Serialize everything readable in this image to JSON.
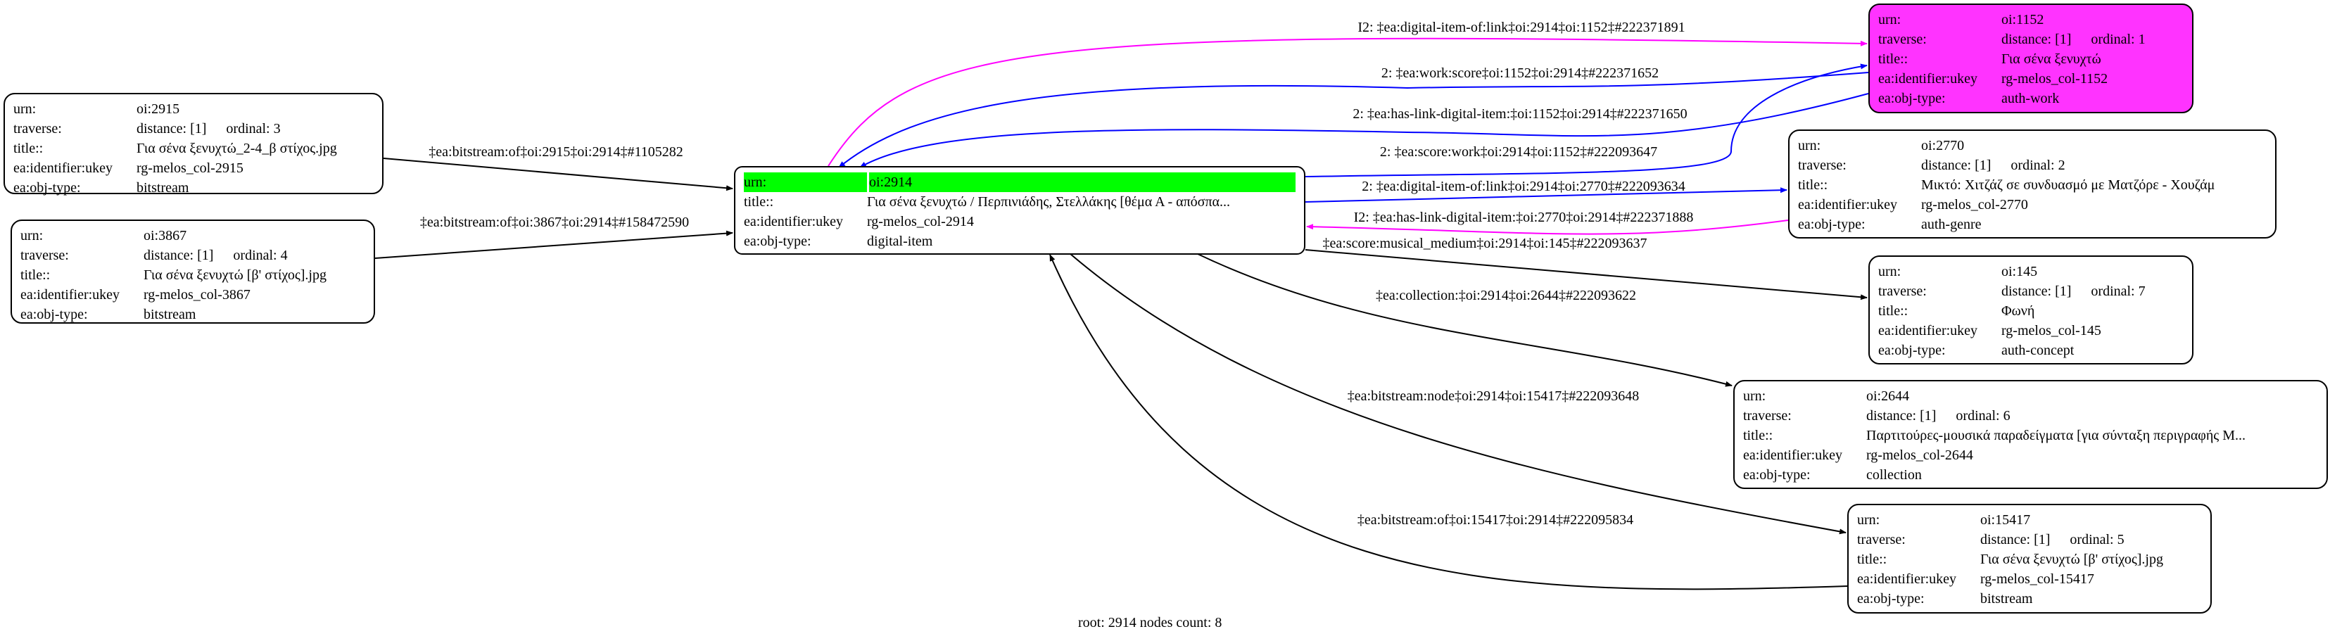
{
  "labels": {
    "urn": "urn:",
    "traverse": "traverse:",
    "title": "title::",
    "ukey": "ea:identifier:ukey",
    "obj_type": "ea:obj-type:"
  },
  "colors": {
    "root_highlight": "#00ff00",
    "work_node": "#ff33ff",
    "blue_edge": "#0000ff",
    "magenta_edge": "#ff00ff",
    "black_edge": "#000000"
  },
  "nodes": [
    {
      "id": "2915",
      "urn": "oi:2915",
      "distance": "distance: [1]",
      "ordinal": "ordinal: 3",
      "title": "Για σένα ξενυχτώ_2-4_β στίχος.jpg",
      "ukey": "rg-melos_col-2915",
      "obj_type": "bitstream"
    },
    {
      "id": "3867",
      "urn": "oi:3867",
      "distance": "distance: [1]",
      "ordinal": "ordinal: 4",
      "title": "Για σένα ξενυχτώ [β' στίχος].jpg",
      "ukey": "rg-melos_col-3867",
      "obj_type": "bitstream"
    },
    {
      "id": "2914",
      "root": true,
      "urn": "oi:2914",
      "title": "Για σένα ξενυχτώ / Περπινιάδης, Στελλάκης [θέμα Α - απόσπα...",
      "ukey": "rg-melos_col-2914",
      "obj_type": "digital-item"
    },
    {
      "id": "1152",
      "urn": "oi:1152",
      "distance": "distance: [1]",
      "ordinal": "ordinal: 1",
      "title": "Για σένα ξενυχτώ",
      "ukey": "rg-melos_col-1152",
      "obj_type": "auth-work"
    },
    {
      "id": "2770",
      "urn": "oi:2770",
      "distance": "distance: [1]",
      "ordinal": "ordinal: 2",
      "title": "Μικτό: Χιτζάζ σε συνδυασμό με Ματζόρε - Χουζάμ",
      "ukey": "rg-melos_col-2770",
      "obj_type": "auth-genre"
    },
    {
      "id": "145",
      "urn": "oi:145",
      "distance": "distance: [1]",
      "ordinal": "ordinal: 7",
      "title": "Φωνή",
      "ukey": "rg-melos_col-145",
      "obj_type": "auth-concept"
    },
    {
      "id": "2644",
      "urn": "oi:2644",
      "distance": "distance: [1]",
      "ordinal": "ordinal: 6",
      "title": "Παρτιτούρες-μουσικά παραδείγματα [για σύνταξη περιγραφής Μ...",
      "ukey": "rg-melos_col-2644",
      "obj_type": "collection"
    },
    {
      "id": "15417",
      "urn": "oi:15417",
      "distance": "distance: [1]",
      "ordinal": "ordinal: 5",
      "title": "Για σένα ξενυχτώ [β' στίχος].jpg",
      "ukey": "rg-melos_col-15417",
      "obj_type": "bitstream"
    }
  ],
  "edges": [
    {
      "from": "2915",
      "to": "2914",
      "color": "black",
      "label": "‡ea:bitstream:of‡oi:2915‡oi:2914‡#1105282"
    },
    {
      "from": "3867",
      "to": "2914",
      "color": "black",
      "label": "‡ea:bitstream:of‡oi:3867‡oi:2914‡#158472590"
    },
    {
      "from": "2914",
      "to": "1152",
      "color": "magenta",
      "label": "I2: ‡ea:digital-item-of:link‡oi:2914‡oi:1152‡#222371891"
    },
    {
      "from": "1152",
      "to": "2914",
      "color": "blue",
      "label": "2: ‡ea:work:score‡oi:1152‡oi:2914‡#222371652"
    },
    {
      "from": "1152",
      "to": "2914",
      "color": "blue",
      "label": "2: ‡ea:has-link-digital-item:‡oi:1152‡oi:2914‡#222371650"
    },
    {
      "from": "2914",
      "to": "1152",
      "color": "blue",
      "label": "2: ‡ea:score:work‡oi:2914‡oi:1152‡#222093647"
    },
    {
      "from": "2914",
      "to": "2770",
      "color": "blue",
      "label": "2: ‡ea:digital-item-of:link‡oi:2914‡oi:2770‡#222093634"
    },
    {
      "from": "2770",
      "to": "2914",
      "color": "magenta",
      "label": "I2: ‡ea:has-link-digital-item:‡oi:2770‡oi:2914‡#222371888"
    },
    {
      "from": "2914",
      "to": "145",
      "color": "black",
      "label": "‡ea:score:musical_medium‡oi:2914‡oi:145‡#222093637"
    },
    {
      "from": "2914",
      "to": "2644",
      "color": "black",
      "label": "‡ea:collection:‡oi:2914‡oi:2644‡#222093622"
    },
    {
      "from": "2914",
      "to": "15417",
      "color": "black",
      "label": "‡ea:bitstream:node‡oi:2914‡oi:15417‡#222093648"
    },
    {
      "from": "15417",
      "to": "2914",
      "color": "black",
      "label": "‡ea:bitstream:of‡oi:15417‡oi:2914‡#222095834"
    }
  ],
  "footer": "root: 2914 nodes count: 8"
}
